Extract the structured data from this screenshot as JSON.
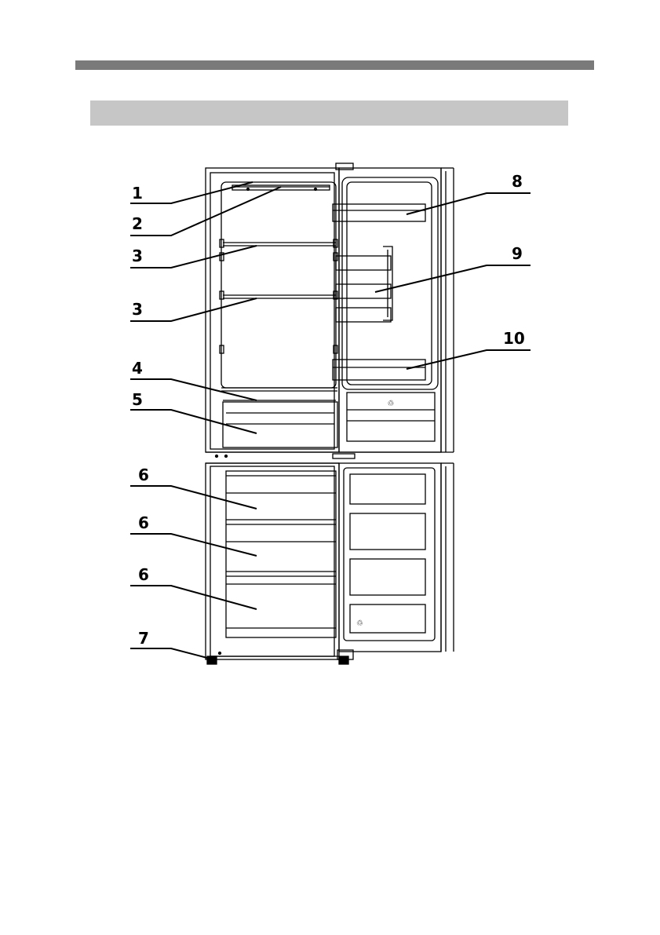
{
  "header": {
    "rule_color": "#7a7a7a",
    "section_bar_color": "#c6c6c6"
  },
  "diagram": {
    "subject": "fridge-freezer, doors open",
    "callouts": [
      {
        "id": "c1",
        "number": "1"
      },
      {
        "id": "c2",
        "number": "2"
      },
      {
        "id": "c3a",
        "number": "3"
      },
      {
        "id": "c3b",
        "number": "3"
      },
      {
        "id": "c4",
        "number": "4"
      },
      {
        "id": "c5",
        "number": "5"
      },
      {
        "id": "c6a",
        "number": "6"
      },
      {
        "id": "c6b",
        "number": "6"
      },
      {
        "id": "c6c",
        "number": "6"
      },
      {
        "id": "c7",
        "number": "7"
      },
      {
        "id": "c8",
        "number": "8"
      },
      {
        "id": "c9",
        "number": "9"
      },
      {
        "id": "c10",
        "number": "10"
      }
    ]
  }
}
